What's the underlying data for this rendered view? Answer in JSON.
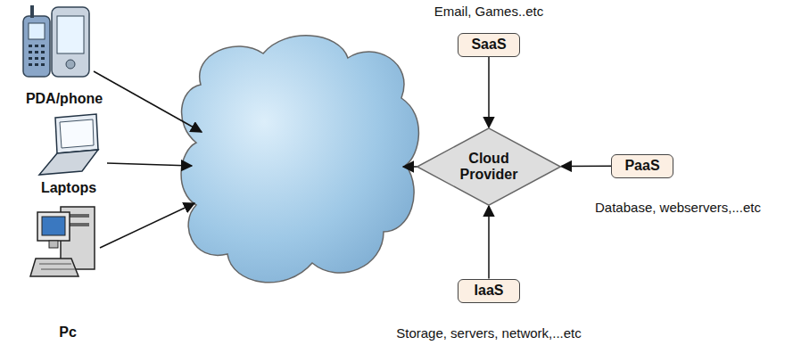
{
  "diagram": {
    "nodes": [
      {
        "text": [
          "SaaS"
        ]
      },
      {
        "text": [
          "Cloud Provider"
        ]
      },
      {
        "text": [
          "PaaS"
        ]
      },
      {
        "text": [
          "IaaS"
        ]
      }
    ],
    "edges": [
      {
        "from": 0,
        "to": 1,
        "arrow": "to"
      },
      {
        "from": 2,
        "to": 1,
        "arrow": "to"
      },
      {
        "from": 3,
        "to": 1,
        "arrow": "to"
      }
    ],
    "labels": [
      "Email, Games..etc",
      "PDA/phone",
      "Laptops",
      "Pc",
      "Database, webservers,...etc",
      "Storage, servers, network,...etc"
    ]
  }
}
